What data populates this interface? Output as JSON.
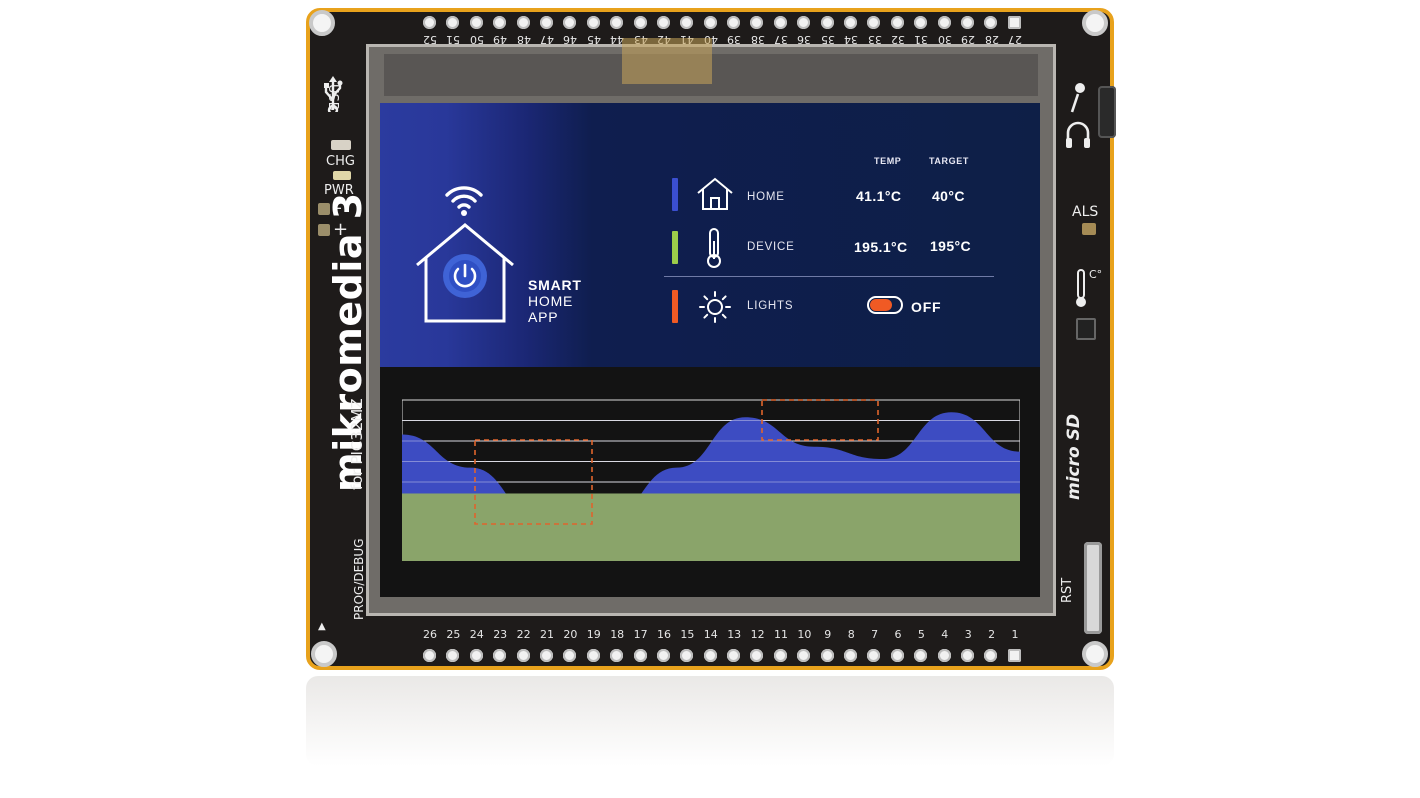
{
  "board": {
    "name": "mikromedia 3",
    "subtitle": "for PIC32MZ",
    "labels": {
      "usb": "USB",
      "chg": "CHG",
      "pwr": "PWR",
      "minus": "-",
      "plus": "+",
      "prog_debug": "PROG/DEBUG",
      "als": "ALS",
      "micro_sd": "micro SD",
      "rst": "RST"
    },
    "top_pin_numbers": [
      "52",
      "51",
      "50",
      "49",
      "48",
      "47",
      "46",
      "45",
      "44",
      "43",
      "42",
      "41",
      "40",
      "39",
      "38",
      "37",
      "36",
      "35",
      "34",
      "33",
      "32",
      "31",
      "30",
      "29",
      "28",
      "27"
    ],
    "bottom_pin_numbers": [
      "26",
      "25",
      "24",
      "23",
      "22",
      "21",
      "20",
      "19",
      "18",
      "17",
      "16",
      "15",
      "14",
      "13",
      "12",
      "11",
      "10",
      "9",
      "8",
      "7",
      "6",
      "5",
      "4",
      "3",
      "2",
      "1"
    ],
    "colors": {
      "pcb": "#1e1b1a",
      "edge": "#e8a21c"
    }
  },
  "app": {
    "title_line1": "SMART",
    "title_line2": "HOME",
    "title_line3": "APP",
    "columns": {
      "temp": "TEMP",
      "target": "TARGET"
    },
    "rows": [
      {
        "icon": "house-icon",
        "label": "HOME",
        "temp": "41.1°C",
        "target": "40°C",
        "color": "#3b4fd0"
      },
      {
        "icon": "thermometer-icon",
        "label": "DEVICE",
        "temp": "195.1°C",
        "target": "195°C",
        "color": "#9ccd4a"
      }
    ],
    "lights": {
      "icon": "sun-icon",
      "label": "LIGHTS",
      "state": "OFF",
      "color": "#f05a24"
    }
  },
  "chart_data": {
    "type": "area",
    "title": "",
    "xlabel": "",
    "ylabel": "",
    "grid": true,
    "series": [
      {
        "values": [
          0.72,
          0.45,
          0.05,
          0.05,
          0.45,
          0.86,
          0.62,
          0.52,
          0.9,
          0.58
        ]
      },
      {
        "values": [
          0.24,
          0.24,
          0.24,
          0.24,
          0.24,
          0.24,
          0.24,
          0.24,
          0.24,
          0.24
        ]
      }
    ],
    "ylim": [
      0,
      1
    ],
    "colors": {
      "wave": "#3d4cc2",
      "band": "#8aa46a",
      "dashed_box": "#e0642c"
    }
  }
}
